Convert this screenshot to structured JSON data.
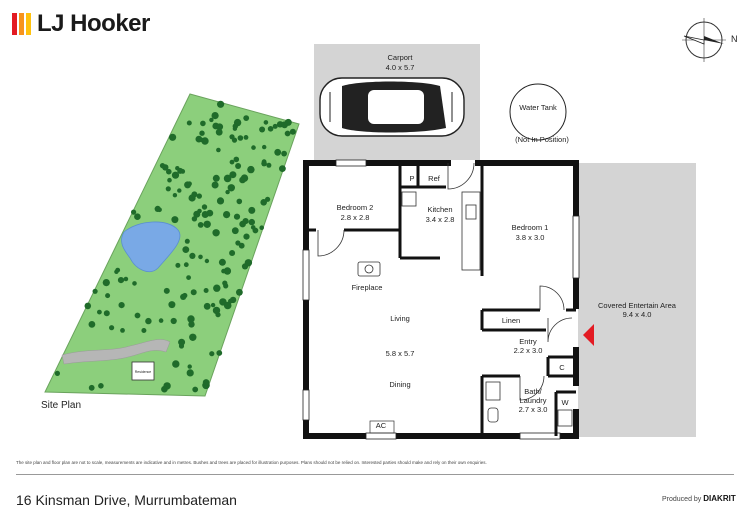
{
  "brand": {
    "name": "LJ Hooker",
    "bar_colors": [
      "#e31b23",
      "#f7941d",
      "#ffc20e"
    ]
  },
  "compass": {
    "label": "N"
  },
  "site_plan": {
    "label": "Site Plan",
    "shed_label": "Residence"
  },
  "rooms": {
    "carport": {
      "name": "Carport",
      "dims": "4.0 x 5.7"
    },
    "water_tank": {
      "name": "Water Tank",
      "note": "(Not In Position)"
    },
    "bedroom2": {
      "name": "Bedroom 2",
      "dims": "2.8 x 2.8"
    },
    "pantry": {
      "name": "P"
    },
    "ref": {
      "name": "Ref"
    },
    "kitchen": {
      "name": "Kitchen",
      "dims": "3.4 x 2.8"
    },
    "bedroom1": {
      "name": "Bedroom 1",
      "dims": "3.8 x 3.0"
    },
    "fireplace": {
      "name": "Fireplace"
    },
    "living": {
      "name": "Living",
      "dims": "5.8 x 5.7"
    },
    "dining": {
      "name": "Dining"
    },
    "linen": {
      "name": "Linen"
    },
    "entry": {
      "name": "Entry",
      "dims": "2.2 x 3.0"
    },
    "cupboard": {
      "name": "C"
    },
    "bath": {
      "name_line1": "Bath/",
      "name_line2": "Laundry",
      "dims": "2.7 x 3.0"
    },
    "washer": {
      "name": "W"
    },
    "ac": {
      "name": "AC"
    },
    "entertain": {
      "name": "Covered Entertain Area",
      "dims": "9.4 x 4.0"
    }
  },
  "disclaimer": "The site plan and floor plan are not to scale, measurements are indicative and in metres. Bushes and trees are placed for illustration purposes. Plans should not be relied on. Interested parties should make and rely on their own enquiries.",
  "address": "16 Kinsman Drive, Murrumbateman",
  "produced": {
    "prefix": "Produced by",
    "brand": "DIAKRIT"
  }
}
